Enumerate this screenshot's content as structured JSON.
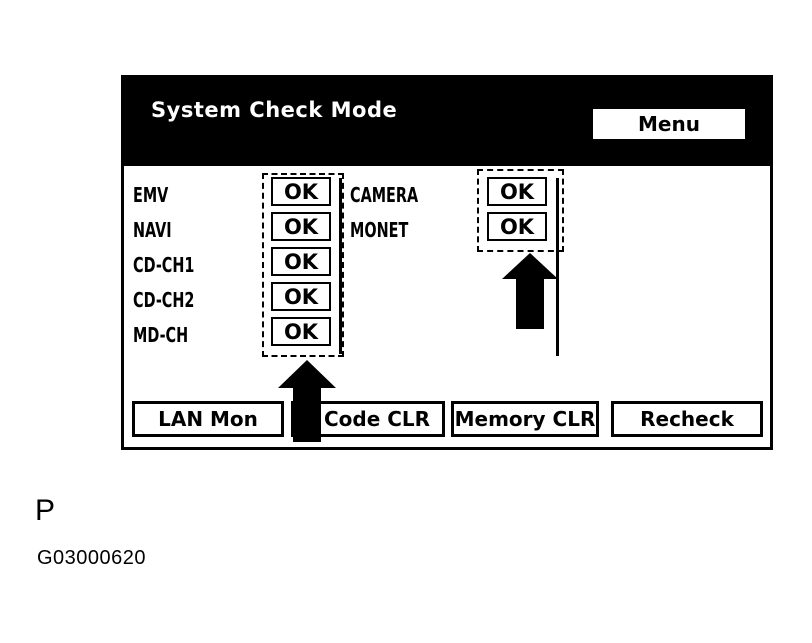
{
  "screen": {
    "title": "System Check Mode",
    "menu_label": "Menu"
  },
  "status_left": [
    {
      "label": "EMV",
      "status": "OK"
    },
    {
      "label": "NAVI",
      "status": "OK"
    },
    {
      "label": "CD-CH1",
      "status": "OK"
    },
    {
      "label": "CD-CH2",
      "status": "OK"
    },
    {
      "label": "MD-CH",
      "status": "OK"
    }
  ],
  "status_right": [
    {
      "label": "CAMERA",
      "status": "OK"
    },
    {
      "label": "MONET",
      "status": "OK"
    }
  ],
  "bottom_buttons": {
    "lan_mon": "LAN Mon",
    "code_clr": "Code CLR",
    "memory_clr": "Memory CLR",
    "recheck": "Recheck"
  },
  "caption": {
    "letter": "P",
    "code": "G03000620"
  },
  "colors": {
    "foreground": "#000000",
    "background": "#ffffff"
  }
}
